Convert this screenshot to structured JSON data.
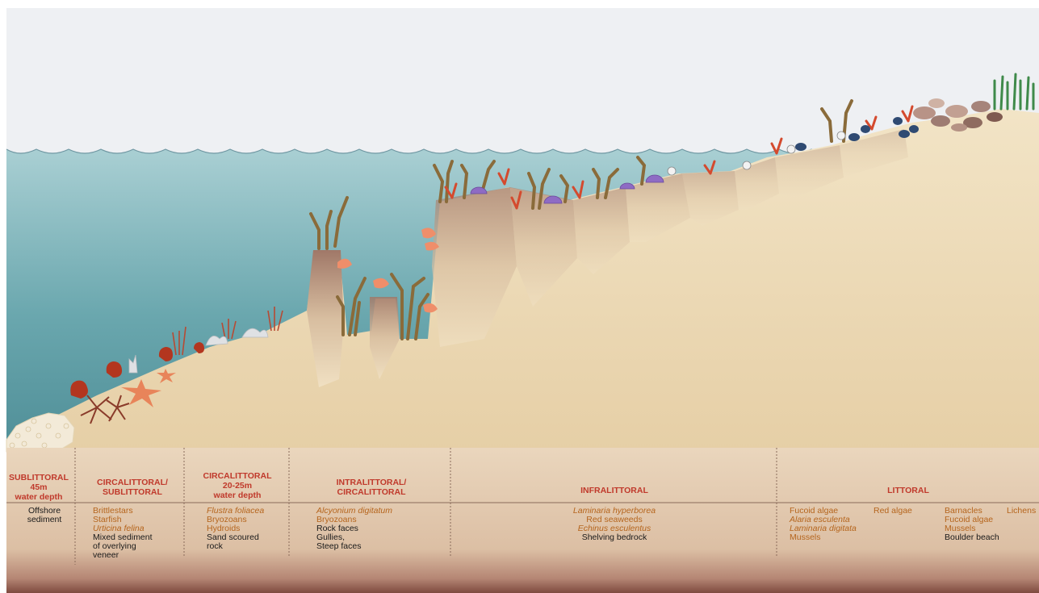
{
  "zones": [
    {
      "id": "sublittoral",
      "heading": "SUBLITTORAL\n45m\nwater depth",
      "items": [
        {
          "t": "Offshore",
          "s": "bk"
        },
        {
          "t": "sediment",
          "s": "bk"
        }
      ]
    },
    {
      "id": "circ-sub",
      "heading": "CIRCALITTORAL/\nSUBLITTORAL",
      "items": [
        {
          "t": "Brittlestars",
          "s": "br"
        },
        {
          "t": "Starfish",
          "s": "br"
        },
        {
          "t": "Urticina felina",
          "s": "it"
        },
        {
          "t": "Mixed sediment",
          "s": "bk"
        },
        {
          "t": "of overlying",
          "s": "bk"
        },
        {
          "t": "veneer",
          "s": "bk"
        }
      ]
    },
    {
      "id": "circ",
      "heading": "CIRCALITTORAL\n20-25m\nwater depth",
      "items": [
        {
          "t": "Flustra foliacea",
          "s": "it"
        },
        {
          "t": "Bryozoans",
          "s": "br"
        },
        {
          "t": "Hydroids",
          "s": "br"
        },
        {
          "t": "Sand scoured",
          "s": "bk"
        },
        {
          "t": "rock",
          "s": "bk"
        }
      ]
    },
    {
      "id": "intra-circ",
      "heading": "INTRALITTORAL/\nCIRCALITTORAL",
      "items": [
        {
          "t": "Alcyonium digitatum",
          "s": "it"
        },
        {
          "t": "Bryozoans",
          "s": "br"
        },
        {
          "t": "Rock faces",
          "s": "bk"
        },
        {
          "t": "Gullies,",
          "s": "bk"
        },
        {
          "t": "Steep faces",
          "s": "bk"
        }
      ]
    },
    {
      "id": "infra",
      "heading": "INFRALITTORAL",
      "items": [
        {
          "t": "Laminaria hyperborea",
          "s": "it"
        },
        {
          "t": "Red seaweeds",
          "s": "br"
        },
        {
          "t": "Echinus esculentus",
          "s": "it"
        },
        {
          "t": "Shelving bedrock",
          "s": "bk"
        }
      ]
    },
    {
      "id": "littoral",
      "heading": "LITTORAL",
      "groups": [
        [
          {
            "t": "Fucoid algae",
            "s": "br"
          },
          {
            "t": "Alaria esculenta",
            "s": "it"
          },
          {
            "t": "Laminaria digitata",
            "s": "it"
          },
          {
            "t": "Mussels",
            "s": "br"
          }
        ],
        [
          {
            "t": "Red algae",
            "s": "br"
          }
        ],
        [
          {
            "t": "Barnacles",
            "s": "br"
          },
          {
            "t": "Fucoid algae",
            "s": "br"
          },
          {
            "t": "Mussels",
            "s": "br"
          },
          {
            "t": "Boulder beach",
            "s": "bk"
          }
        ],
        [
          {
            "t": "Lichens",
            "s": "br"
          }
        ]
      ]
    }
  ],
  "colors": {
    "sky": "#eef0f3",
    "sea": "#5f9ea7",
    "seaLight": "#a9cfd3",
    "sand": "#ecd9b8",
    "rock": "#d9bd98",
    "heading": "#c0392b",
    "brown": "#b5651d",
    "kelp": "#8a6b3a",
    "red": "#c94a2c",
    "urchin": "#8e6bc4",
    "mussel": "#2f4a72"
  }
}
